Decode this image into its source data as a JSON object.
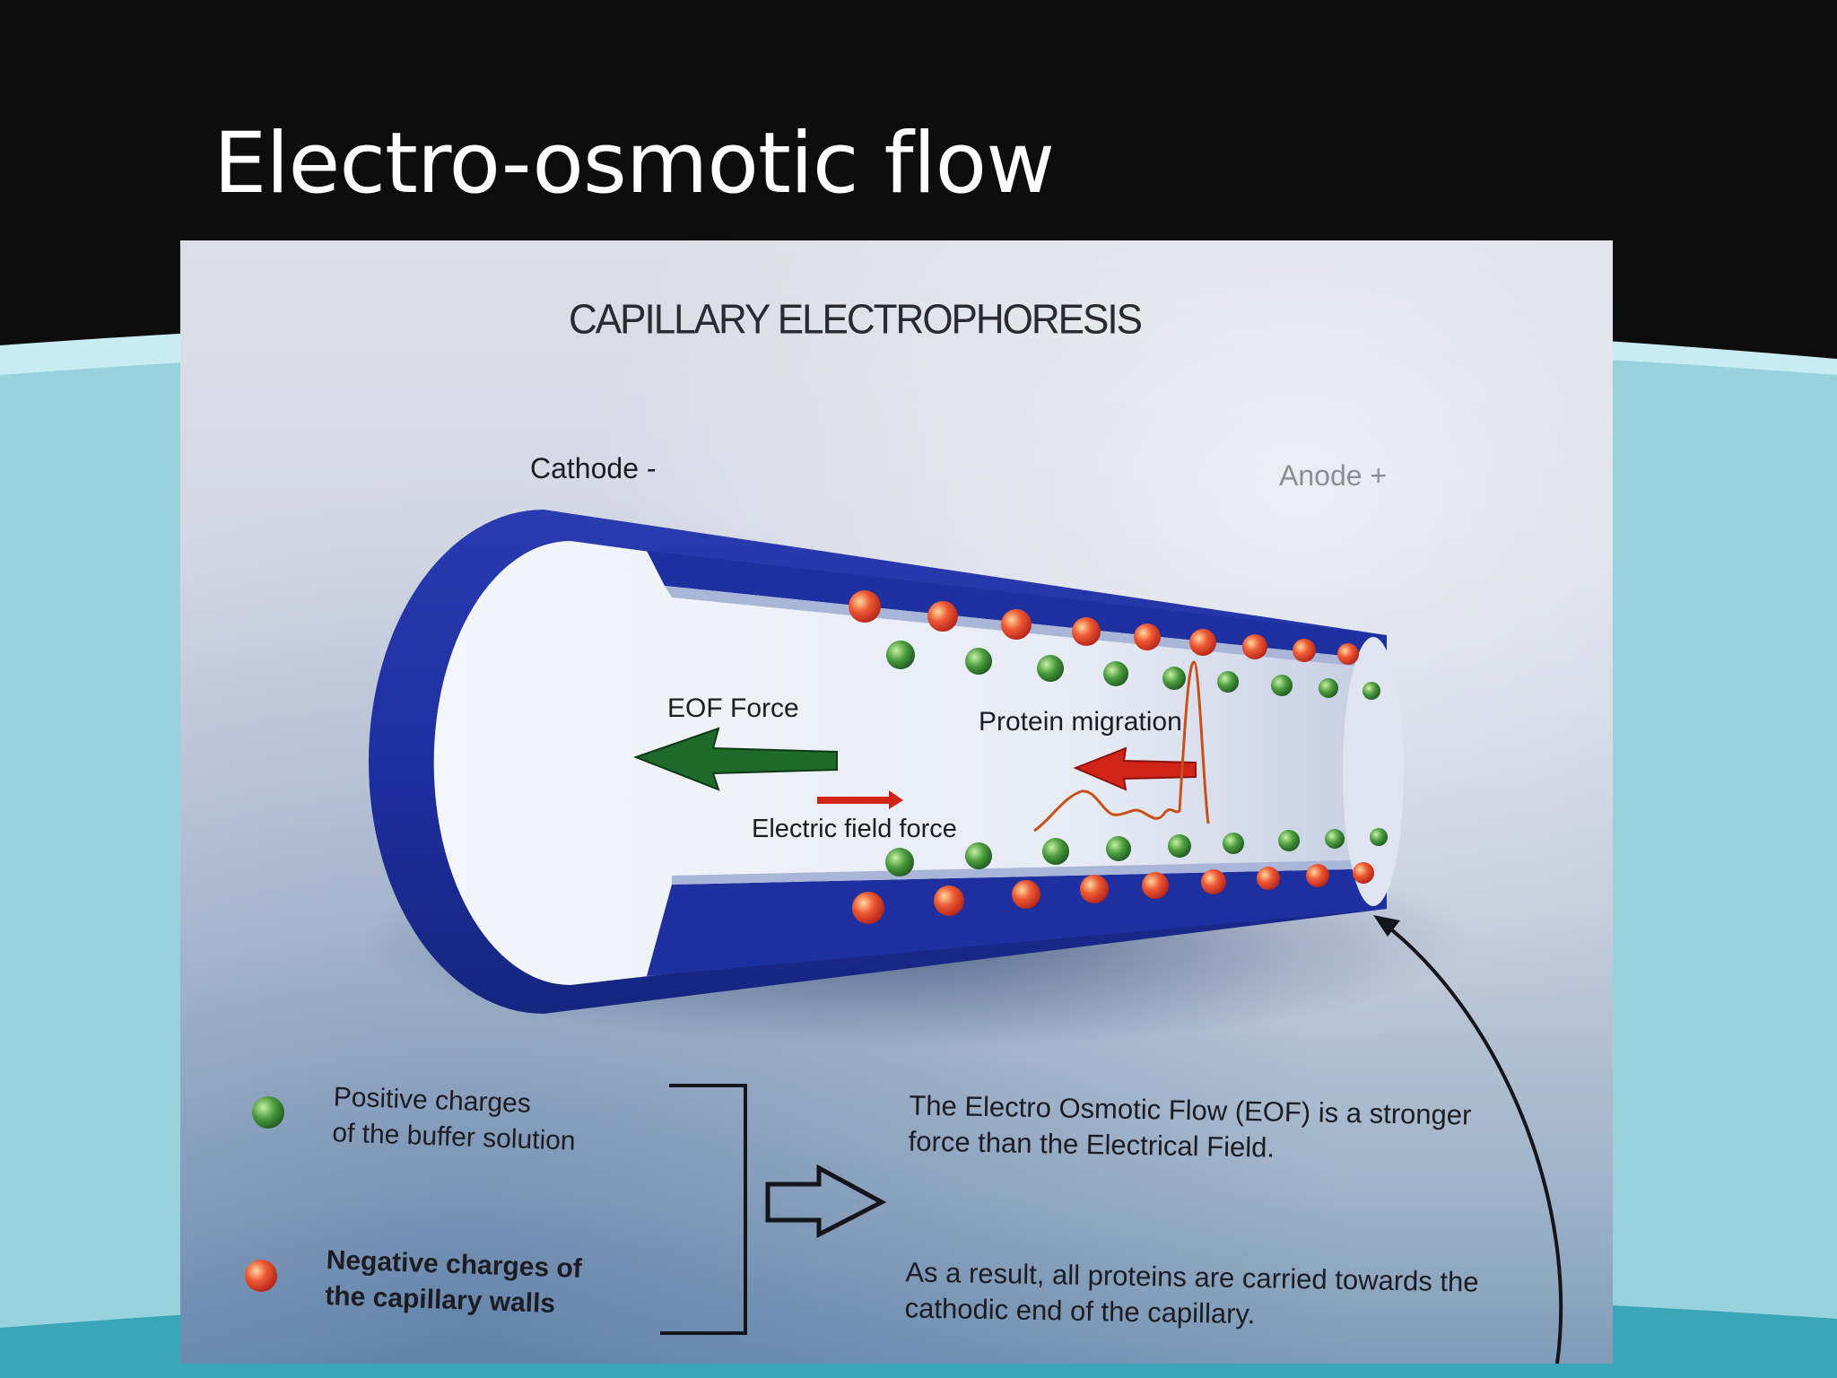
{
  "slide": {
    "title": "Electro-osmotic flow",
    "colors": {
      "background": "#0d0d0d",
      "wave_light": "#97d2dd",
      "wave_dark": "#3aa6b8",
      "title_text": "#ffffff"
    }
  },
  "diagram": {
    "title": "CAPILLARY ELECTROPHORESIS",
    "cathode_label": "Cathode -",
    "anode_label": "Anode +",
    "eof_force_label": "EOF Force",
    "protein_migration_label": "Protein migration",
    "electric_field_label": "Electric field force",
    "colors": {
      "capillary": "#1e2fa0",
      "eof_arrow": "#1f6a2a",
      "migration_arrow": "#d02418",
      "positive_charge": "#3f8f3a",
      "negative_charge": "#e0452c"
    },
    "legend": {
      "positive": [
        "Positive charges",
        "of the buffer solution"
      ],
      "negative": [
        "Negative charges of",
        "the capillary walls"
      ]
    },
    "notes": {
      "eof": [
        "The Electro Osmotic Flow (EOF) is a stronger",
        "force than the Electrical Field."
      ],
      "result": [
        "As a result, all proteins are carried towards the",
        "cathodic end of the capillary."
      ]
    }
  }
}
